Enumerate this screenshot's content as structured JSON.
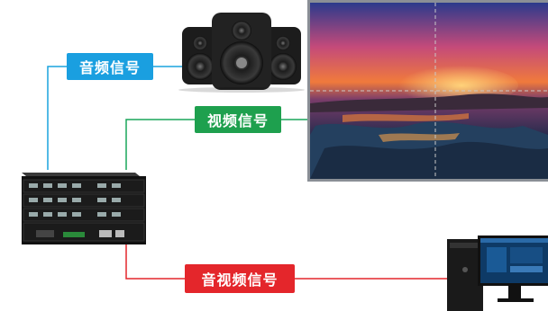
{
  "labels": {
    "audio": "音频信号",
    "video": "视频信号",
    "av": "音视频信号"
  },
  "colors": {
    "audio_line": "#1aa3dd",
    "video_line": "#1aa55a",
    "av_line": "#e3262b",
    "audio_label_bg": "#1a9fe0",
    "video_label_bg": "#1ea04e",
    "av_label_bg": "#e4262b"
  },
  "icons": {
    "speakers": "speaker-set-icon",
    "video_wall": "video-wall-display",
    "processor": "matrix-processor-device",
    "computer": "desktop-computer-icon"
  }
}
